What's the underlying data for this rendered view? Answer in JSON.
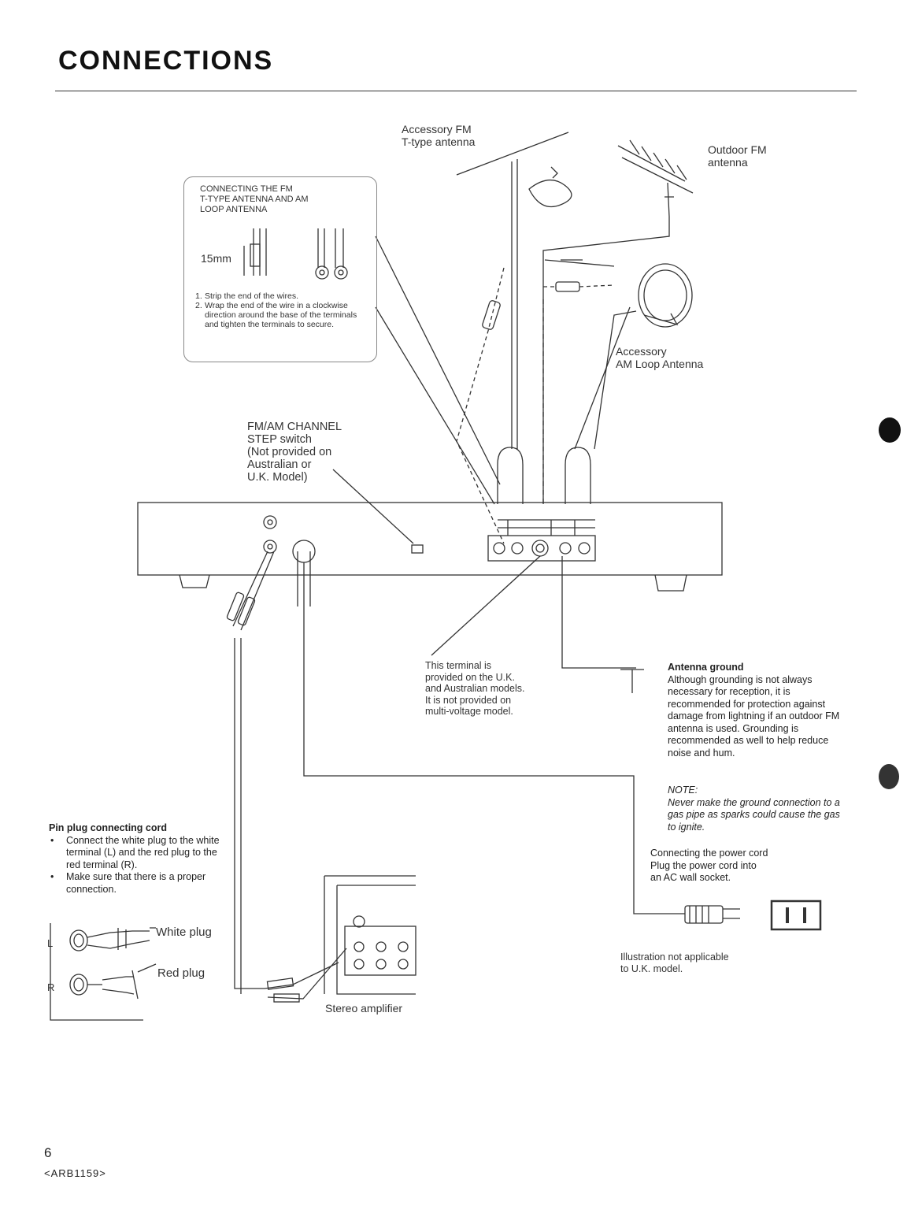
{
  "title": "CONNECTIONS",
  "callout": {
    "title": "CONNECTING THE FM\nT-TYPE ANTENNA AND AM\nLOOP ANTENNA",
    "strip_length": "15mm",
    "step1_num": "1.",
    "step1": "Strip the end of the wires.",
    "step2_num": "2.",
    "step2": "Wrap the end of the wire in a clockwise direction around the base of the terminals and tighten the terminals to secure."
  },
  "labels": {
    "fm_t_antenna": "Accessory FM\nT-type antenna",
    "outdoor_fm": "Outdoor FM\nantenna",
    "am_loop": "Accessory\nAM Loop Antenna",
    "step_switch": "FM/AM CHANNEL\nSTEP switch\n(Not provided on\nAustralian or\nU.K. Model)",
    "uk_terminal": "This terminal is\nprovided on the U.K.\nand Australian models.\nIt is not provided on\nmulti-voltage model.",
    "stereo_amp": "Stereo amplifier",
    "white_plug": "White plug",
    "red_plug": "Red plug",
    "L": "L",
    "R": "R",
    "not_applicable": "Illustration not applicable\nto U.K. model."
  },
  "ground": {
    "heading": "Antenna ground",
    "body": "Although grounding is not always necessary for reception, it is recommended for protection against damage from lightning if an outdoor FM antenna is used. Grounding is recommended as well to help reduce noise and hum.",
    "note_label": "NOTE:",
    "note_body": "Never make the ground connection to a gas pipe as sparks could cause the gas to ignite."
  },
  "power": {
    "heading": "Connecting the power cord",
    "body": "Plug the power cord into\nan AC wall socket."
  },
  "pin_plug": {
    "heading": "Pin plug connecting cord",
    "items": [
      "Connect the white plug to the white terminal (L) and the red plug to the red terminal (R).",
      "Make sure that there is a proper connection."
    ]
  },
  "footer": {
    "page_number": "6",
    "doc_code": "<ARB1159>"
  }
}
